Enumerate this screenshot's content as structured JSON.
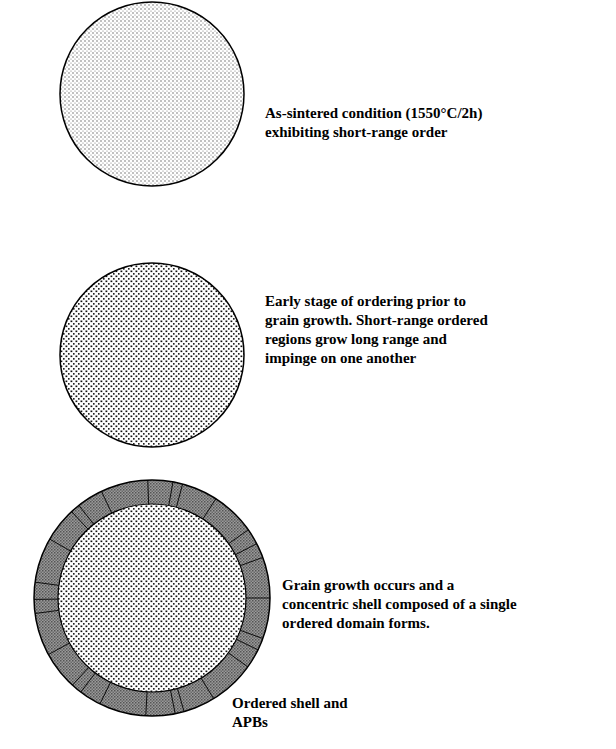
{
  "diagram": {
    "labels": [
      "As-sintered condition (1550°C/2h) exhibiting short-range order",
      "Early stage of ordering prior to grain growth. Short-range ordered regions grow long range and impinge on one another",
      "Grain growth occurs and a concentric shell composed of a single ordered domain forms.",
      "Ordered shell and APBs"
    ]
  }
}
